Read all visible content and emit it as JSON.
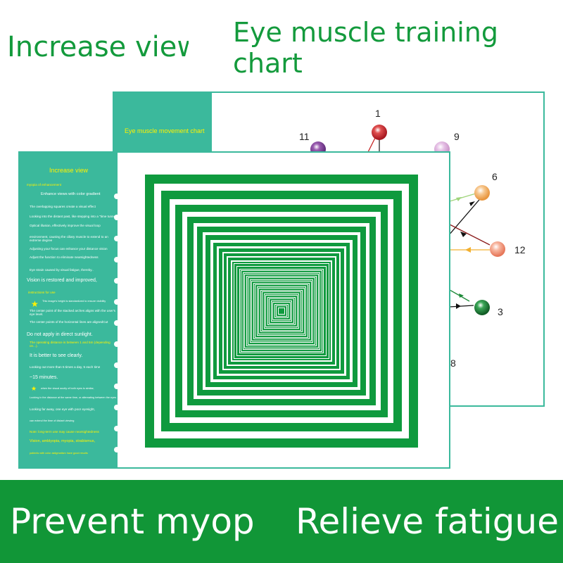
{
  "headlines": {
    "left": "Increase view",
    "right_line1": "Eye muscle training",
    "right_line2": "chart"
  },
  "back_card": {
    "title": "Eye muscle movement chart",
    "diagram_numbers": [
      "1",
      "11",
      "9",
      "6",
      "12",
      "3",
      "8"
    ],
    "dot_colors": {
      "1": "#c6262e",
      "11": "#7b3d96",
      "9": "#d9a6d8",
      "6": "#f4b266",
      "12": "#f2987a",
      "3": "#1f8a3a"
    }
  },
  "front_card": {
    "title": "Increase view",
    "lines": [
      {
        "text": "myopia of enhancement",
        "style": "y"
      },
      {
        "text": "Enhance views with color gradient",
        "style": ""
      },
      {
        "text": "The overlapping squares create a visual effect",
        "style": ""
      },
      {
        "text": "Looking into the distant past, like stepping into a \"time tunnel\"",
        "style": ""
      },
      {
        "text": "Optical illusion, effectively improve the visual loop",
        "style": ""
      },
      {
        "text": "environment, causing the ciliary muscle to extend to an extreme degree",
        "style": ""
      },
      {
        "text": "Adjusting your focus can enhance your distance vision",
        "style": ""
      },
      {
        "text": "Adjust the function to eliminate nearsightedness",
        "style": ""
      },
      {
        "text": "Eye strain caused by visual fatigue, thereby..",
        "style": ""
      },
      {
        "text": "Vision is restored and improved,",
        "style": "big"
      },
      {
        "text": "instructions for use",
        "style": "y"
      },
      {
        "text": "This image's height is standardized to ensure visibility",
        "style": ""
      },
      {
        "text": "The center point of the stacked arches aligns with the user's eye level.",
        "style": ""
      },
      {
        "text": "The center points of the horizontal lines are alignedCut",
        "style": ""
      },
      {
        "text": "Do not apply in direct sunlight.",
        "style": "big"
      },
      {
        "text": "The operating distance is between 1 and 5m (depending on...).",
        "style": "y"
      },
      {
        "text": "It is better to see clearly.",
        "style": "big"
      },
      {
        "text": "Looking out more than 5 times a day, 5 each time",
        "style": ""
      },
      {
        "text": "~15 minutes.",
        "style": "big"
      },
      {
        "text": "when the visual acuity of both eyes is similar,",
        "style": ""
      },
      {
        "text": "Looking in the distance at the same time, or alternating between the eyes",
        "style": ""
      },
      {
        "text": "Looking far away, one eye with poor eyesight,",
        "style": ""
      },
      {
        "text": "can extend the time of distant viewing",
        "style": ""
      },
      {
        "text": "Note: long-term use may cause nearsightedness",
        "style": "y"
      },
      {
        "text": "Vision, amblyopia, myopia, strabismus,",
        "style": "y"
      },
      {
        "text": "patients with color astigmatism have good results",
        "style": "y"
      }
    ]
  },
  "banner": {
    "left": "Prevent myopia",
    "right": "Relieve fatigue"
  },
  "colors": {
    "green": "#139a3c",
    "teal": "#3bb99c",
    "yellow": "#fff200",
    "banner": "#119637"
  }
}
